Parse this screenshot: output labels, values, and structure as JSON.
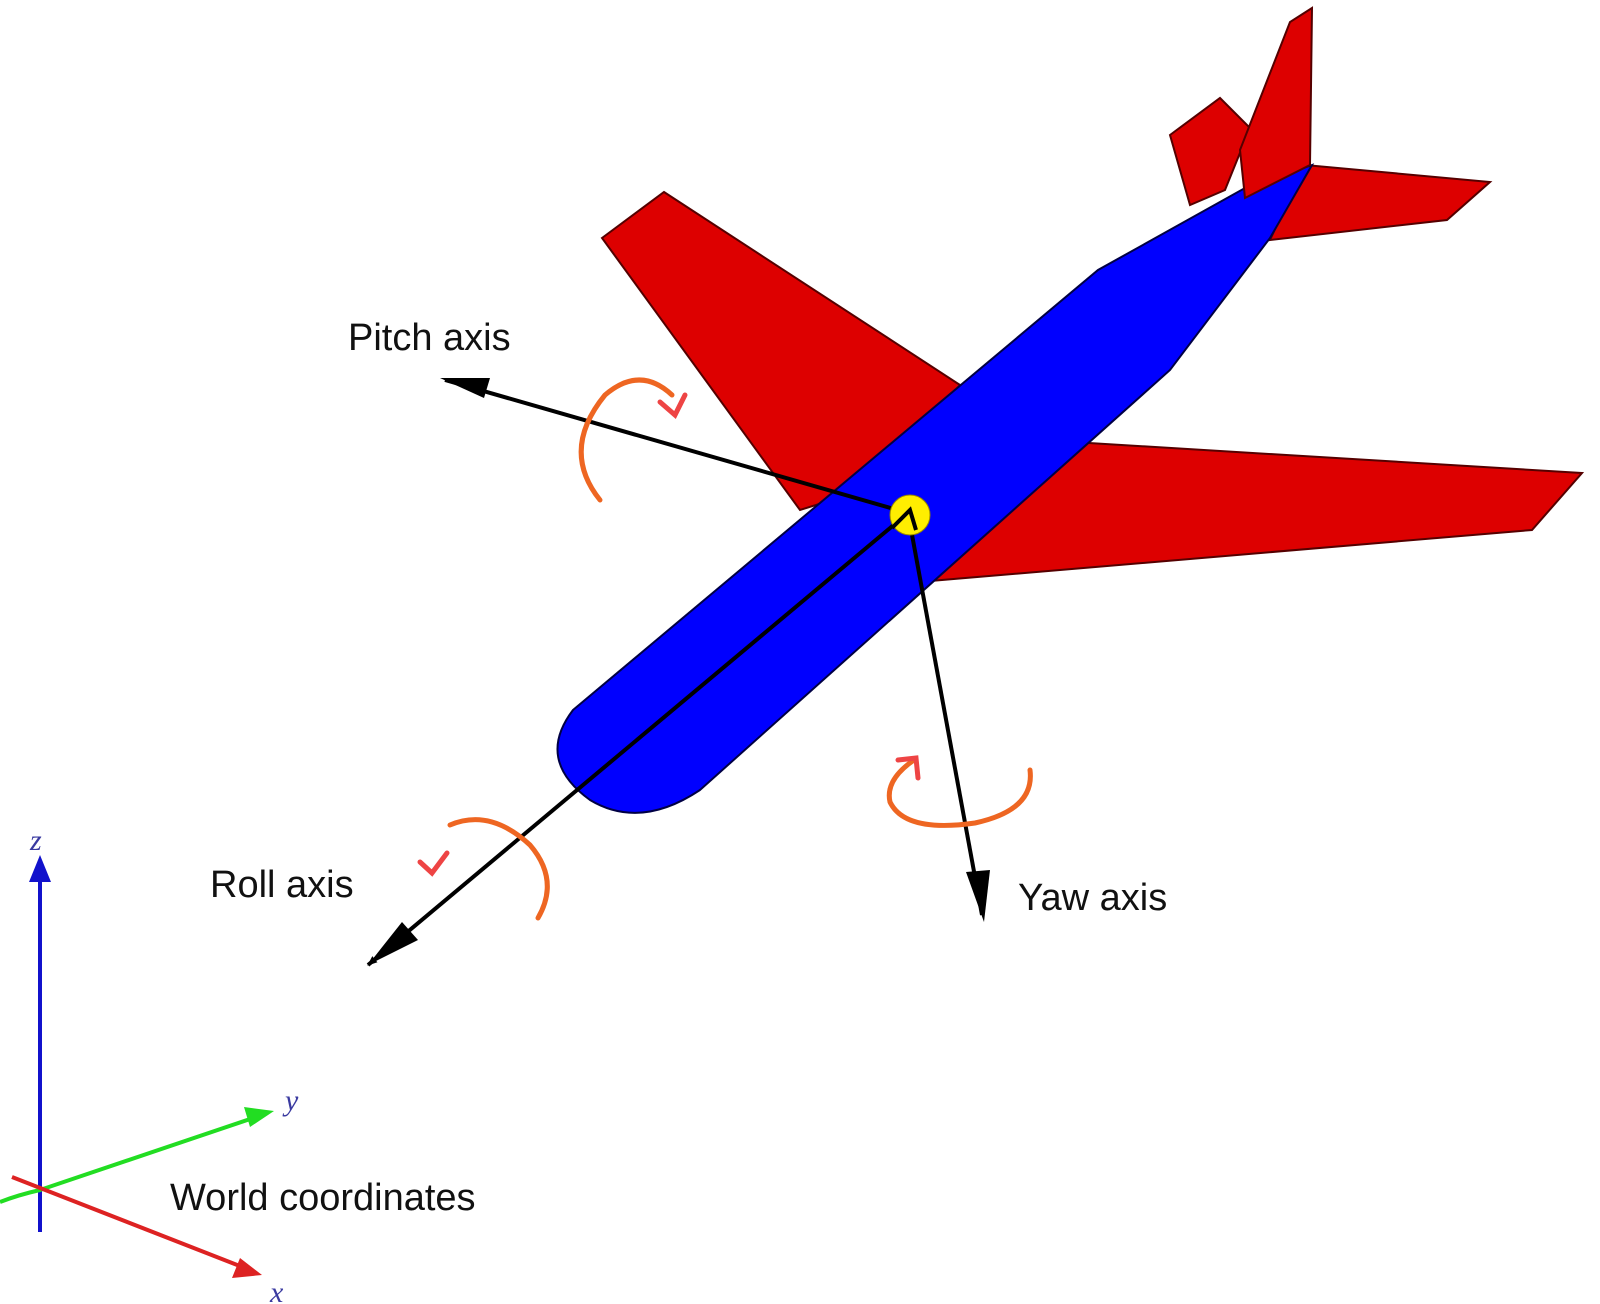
{
  "diagram": {
    "title": "Aircraft principal axes",
    "labels": {
      "pitch": "Pitch axis",
      "roll": "Roll axis",
      "yaw": "Yaw axis",
      "world": "World coordinates"
    },
    "world_axes": {
      "x": "x",
      "y": "y",
      "z": "z"
    },
    "colors": {
      "fuselage": "#0000ff",
      "wings": "#dd0000",
      "center_of_gravity": "#ffee00",
      "rotation_arrows": "#ee6622",
      "axis_x": "#dd2222",
      "axis_y": "#22dd22",
      "axis_z": "#1111cc",
      "axis_label": "#3a3aa0"
    }
  }
}
